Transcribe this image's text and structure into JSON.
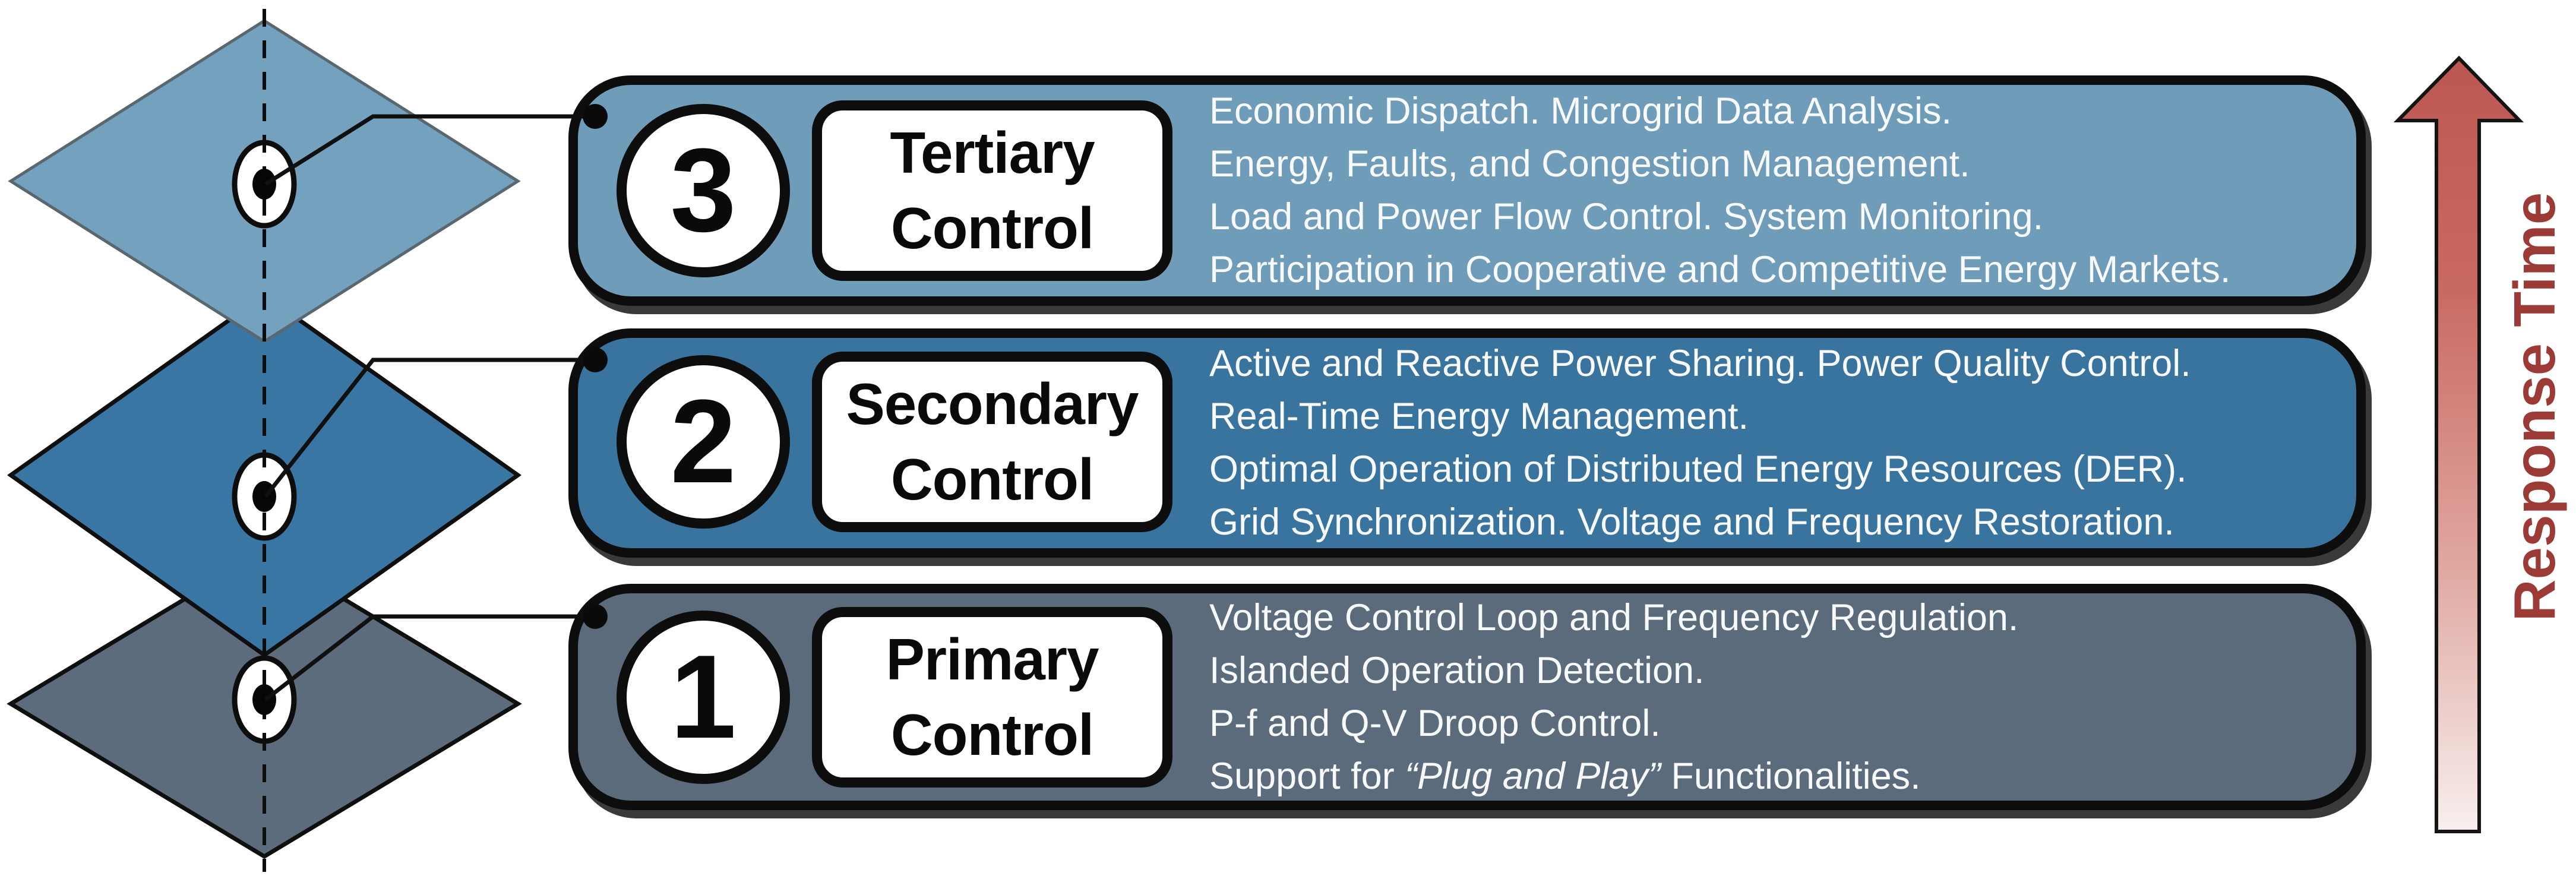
{
  "figure": {
    "kind": "microgrid hierarchical control diagram",
    "arrow": {
      "label": "Response Time",
      "label_color": "#9c3a36",
      "gradient_top": "#bb5751",
      "gradient_bottom": "#f8efee"
    },
    "levels": [
      {
        "number": "3",
        "title_line1": "Tertiary",
        "title_line2": "Control",
        "band_color": "#6f9db9",
        "diamond_color": "#74a1bd",
        "lines": [
          "Economic Dispatch. Microgrid Data Analysis.",
          "Energy, Faults, and Congestion Management.",
          "Load and Power Flow Control. System Monitoring.",
          "Participation in Cooperative and Competitive Energy Markets."
        ]
      },
      {
        "number": "2",
        "title_line1": "Secondary",
        "title_line2": "Control",
        "band_color": "#39749f",
        "diamond_color": "#3a76a4",
        "lines": [
          "Active and Reactive Power Sharing. Power Quality Control.",
          "Real-Time Energy Management.",
          "Optimal Operation of Distributed Energy Resources (DER).",
          "Grid Synchronization. Voltage and Frequency Restoration."
        ]
      },
      {
        "number": "1",
        "title_line1": "Primary",
        "title_line2": "Control",
        "band_color": "#5c6b7b",
        "diamond_color": "#5c6c7c",
        "lines": [
          "Voltage Control Loop and Frequency Regulation.",
          "Islanded Operation Detection.",
          "P-f and Q-V Droop Control."
        ],
        "line4_parts": {
          "prefix": "Support for ",
          "italic": "“Plug and Play”",
          "suffix": " Functionalities."
        }
      }
    ]
  }
}
